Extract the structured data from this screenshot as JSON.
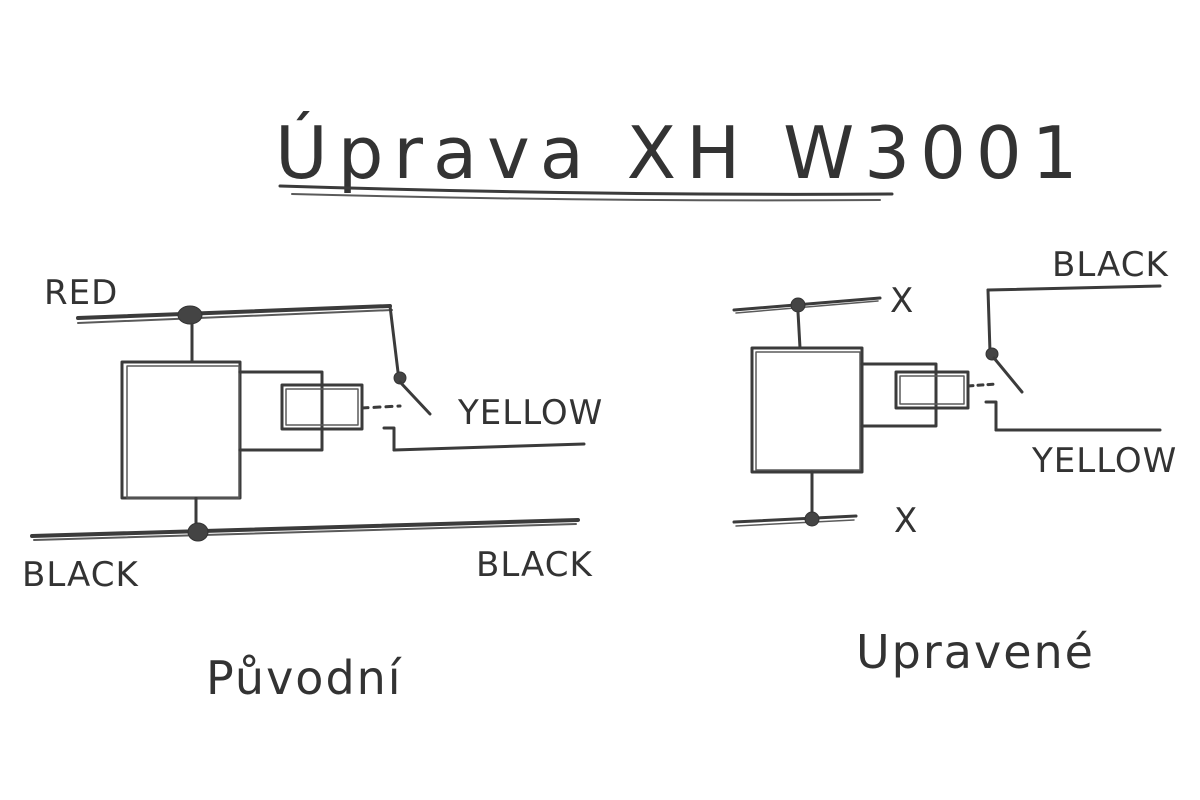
{
  "title": "Úprava XH W3001",
  "original": {
    "caption": "Původní",
    "wire_top_left": "RED",
    "wire_switch": "YELLOW",
    "wire_bottom_left": "BLACK",
    "wire_bottom_right": "BLACK"
  },
  "modified": {
    "caption": "Upravené",
    "wire_top": "BLACK",
    "wire_bottom": "YELLOW",
    "cut_mark_top": "X",
    "cut_mark_bottom": "X"
  }
}
